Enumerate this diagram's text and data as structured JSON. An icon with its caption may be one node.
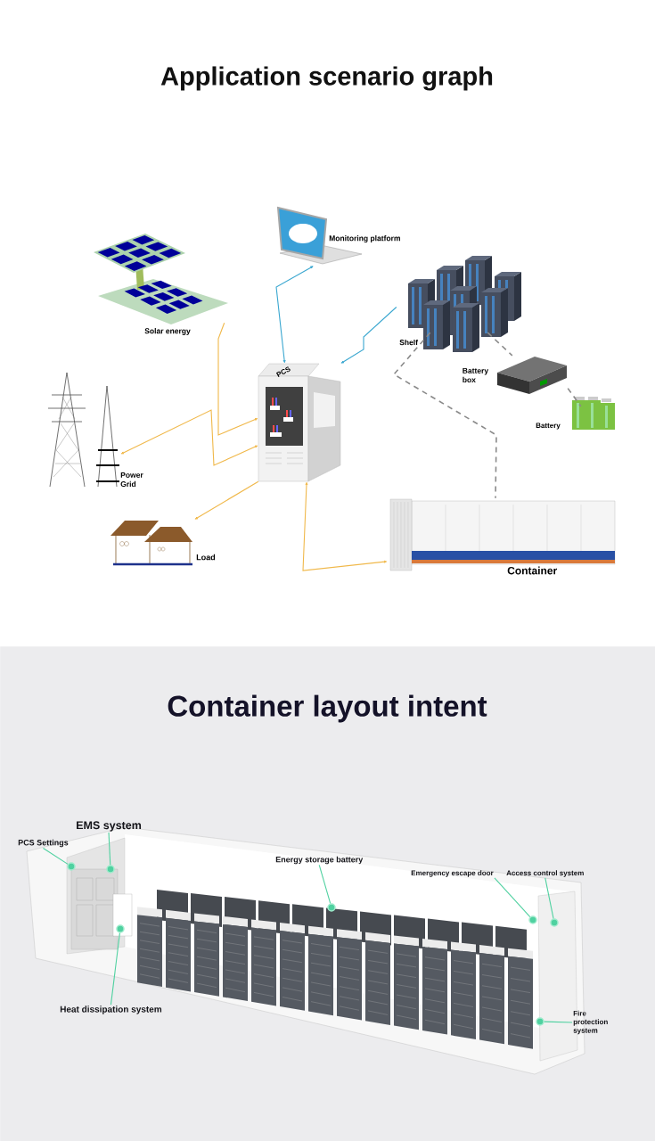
{
  "diagram": {
    "title": "Application scenario graph",
    "nodes": [
      {
        "text": [
          "Solar energy"
        ]
      },
      {
        "text": [
          "Monitoring platform"
        ]
      },
      {
        "text": [
          "PCS"
        ]
      },
      {
        "text": [
          "Shelf"
        ]
      },
      {
        "text": [
          "Battery box"
        ]
      },
      {
        "text": [
          "Battery"
        ]
      },
      {
        "text": [
          "Power Grid"
        ]
      },
      {
        "text": [
          "Load"
        ]
      },
      {
        "text": [
          "Container"
        ]
      },
      {
        "text": [
          "Container layout intent"
        ]
      },
      {
        "text": [
          "EMS system"
        ],
        "in": 9
      },
      {
        "text": [
          "PCS Settings"
        ],
        "in": 9
      },
      {
        "text": [
          "Energy storage battery"
        ],
        "in": 9
      },
      {
        "text": [
          "Emergency escape door"
        ],
        "in": 9
      },
      {
        "text": [
          "Access control system"
        ],
        "in": 9
      },
      {
        "text": [
          "Heat dissipation system"
        ],
        "in": 9
      },
      {
        "text": [
          "Fire protection system"
        ],
        "in": 9
      },
      {
        "text": [],
        "shape": "circle",
        "in": 9
      },
      {
        "text": [],
        "shape": "circle",
        "in": 9
      },
      {
        "text": [],
        "shape": "circle",
        "in": 9
      },
      {
        "text": [],
        "shape": "circle",
        "in": 9
      },
      {
        "text": [],
        "shape": "circle",
        "in": 9
      },
      {
        "text": [],
        "shape": "circle",
        "in": 9
      },
      {
        "text": [],
        "shape": "circle",
        "in": 9
      }
    ],
    "edges": [
      {
        "from": 0,
        "to": 2,
        "arrow": "to",
        "color": "#f0b84a"
      },
      {
        "from": 2,
        "to": 1,
        "arrow": "both",
        "color": "#3aa7d0"
      },
      {
        "from": 3,
        "to": 2,
        "arrow": "to",
        "color": "#3aa7d0"
      },
      {
        "from": 2,
        "to": 6,
        "arrow": "both",
        "color": "#f0b84a"
      },
      {
        "from": 2,
        "to": 7,
        "arrow": "to",
        "color": "#f0b84a"
      },
      {
        "from": 2,
        "to": 8,
        "arrow": "both",
        "color": "#f0b84a"
      },
      {
        "from": 3,
        "to": 4,
        "arrow": "none",
        "style": "dashed",
        "color": "#8a8a8a"
      },
      {
        "from": 4,
        "to": 5,
        "arrow": "none",
        "style": "dashed",
        "color": "#8a8a8a"
      },
      {
        "from": 3,
        "to": 8,
        "arrow": "none",
        "style": "dashed",
        "color": "#8a8a8a"
      },
      {
        "from": 10,
        "to": 17,
        "arrow": "none",
        "color": "#4fd1a0"
      },
      {
        "from": 11,
        "to": 18,
        "arrow": "none",
        "color": "#4fd1a0"
      },
      {
        "from": 12,
        "to": 19,
        "arrow": "none",
        "color": "#4fd1a0"
      },
      {
        "from": 13,
        "to": 20,
        "arrow": "none",
        "color": "#4fd1a0"
      },
      {
        "from": 14,
        "to": 21,
        "arrow": "none",
        "color": "#4fd1a0"
      },
      {
        "from": 15,
        "to": 22,
        "arrow": "none",
        "color": "#4fd1a0"
      },
      {
        "from": 16,
        "to": 23,
        "arrow": "none",
        "color": "#4fd1a0"
      }
    ]
  }
}
